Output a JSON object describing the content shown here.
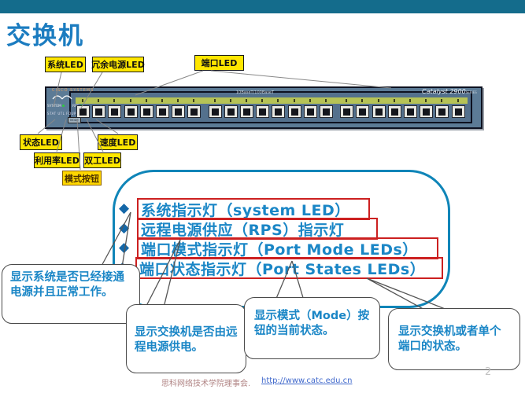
{
  "page": {
    "title": "交换机",
    "page_number": "2",
    "footer_org": "思科网络技术学院理事会.",
    "footer_url": "http://www.catc.edu.cn"
  },
  "switch_device": {
    "brand": "CISCO SYSTEMS",
    "model": "Catalyst 2900",
    "series_suffix": "SERIES",
    "panel_label": "10BaseT/100BaseT",
    "system_led_label": "SYSTEM",
    "rps_led_label": "RPS",
    "status_row": "STAT UTL FDUP SPD",
    "mode_button": "MODE",
    "port_count": 24
  },
  "callout_labels": {
    "top": [
      {
        "text": "系统LED"
      },
      {
        "text": "冗余电源LED"
      },
      {
        "text": "端口LED"
      }
    ],
    "bottom": [
      {
        "text": "状态LED"
      },
      {
        "text": "速度LED"
      },
      {
        "text": "利用率LED"
      },
      {
        "text": "双工LED"
      },
      {
        "text": "模式按钮"
      }
    ]
  },
  "misc": {
    "bullet_char": "◆"
  },
  "bullets": [
    {
      "text": "系统指示灯（system LED）"
    },
    {
      "text": "远程电源供应（RPS）指示灯"
    },
    {
      "text": "端口模式指示灯（Port Mode LEDs）"
    },
    {
      "text": "端口状态指示灯（Port States LEDs）"
    }
  ],
  "bubbles": [
    {
      "text": "显示系统是否已经接通电源并且正常工作。"
    },
    {
      "text": "显示交换机是否由远程电源供电。"
    },
    {
      "text": "显示模式（Mode）按钮的当前状态。"
    },
    {
      "text": "显示交换机或者单个端口的状态。"
    }
  ],
  "colors": {
    "topbar": "#146c8c",
    "title": "#1b7cc0",
    "label_bg": "#ffe600",
    "red_box": "#cc2020",
    "teal_border": "#0f85b8",
    "bubble_text": "#1a86c6",
    "switch_body": "#5c7b96",
    "green_strip": "#b6c356"
  }
}
